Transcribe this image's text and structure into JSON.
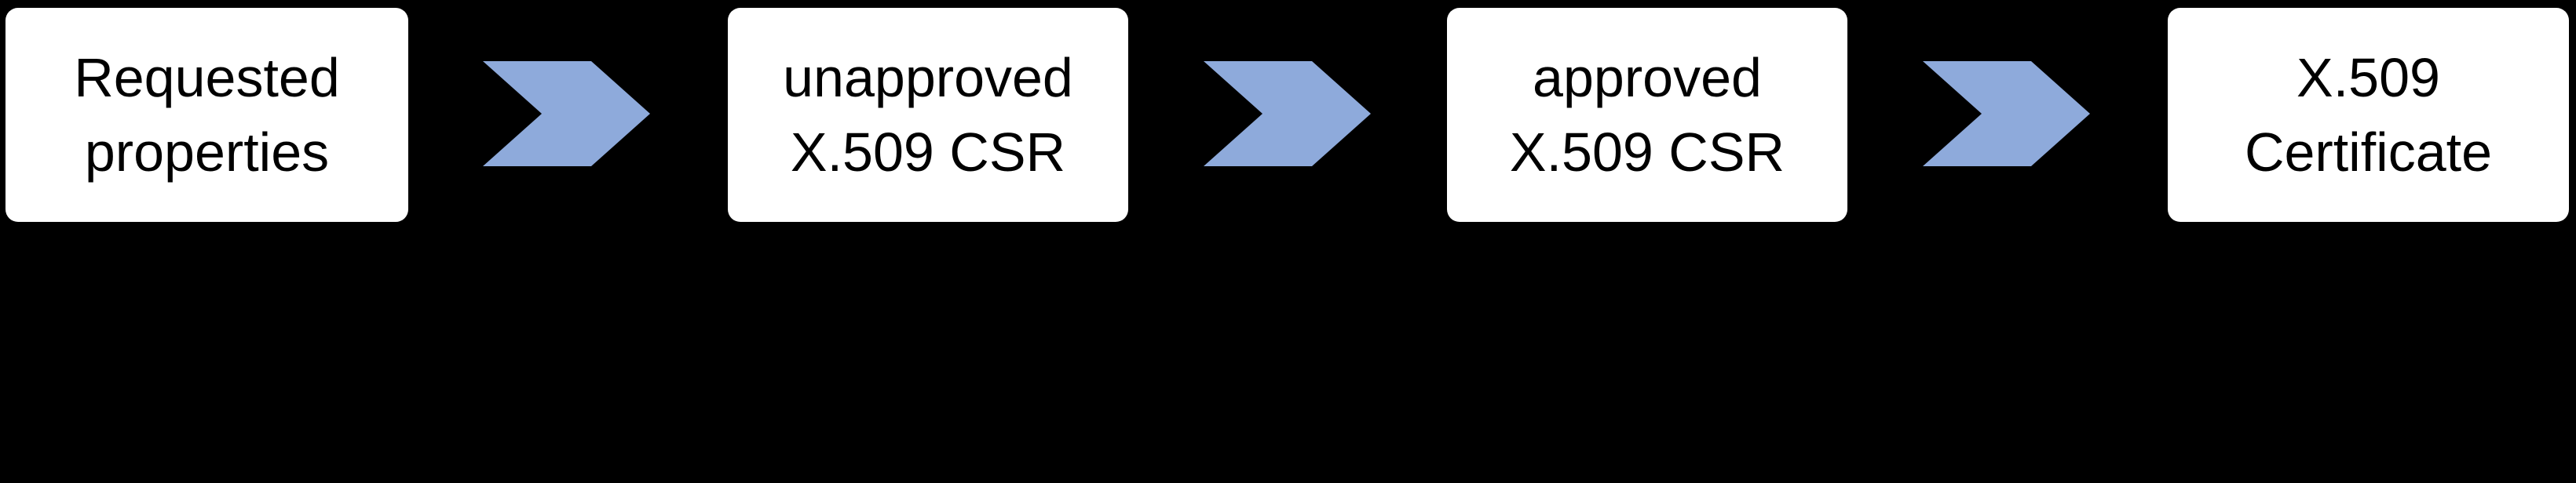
{
  "flow": {
    "type": "flowchart",
    "background_color": "#000000",
    "box_fill_color": "#FFFFFF",
    "box_text_color": "#000000",
    "arrow_color": "#8EAADB",
    "arrow_icon": "chevron-right",
    "steps": [
      {
        "label": "Requested properties",
        "line1": "Requested",
        "line2": "properties"
      },
      {
        "label": "unapproved X.509 CSR",
        "line1": "unapproved",
        "line2": "X.509 CSR"
      },
      {
        "label": "approved X.509 CSR",
        "line1": "approved",
        "line2": "X.509 CSR"
      },
      {
        "label": "X.509 Certificate",
        "line1": "X.509",
        "line2": "Certificate"
      }
    ]
  }
}
